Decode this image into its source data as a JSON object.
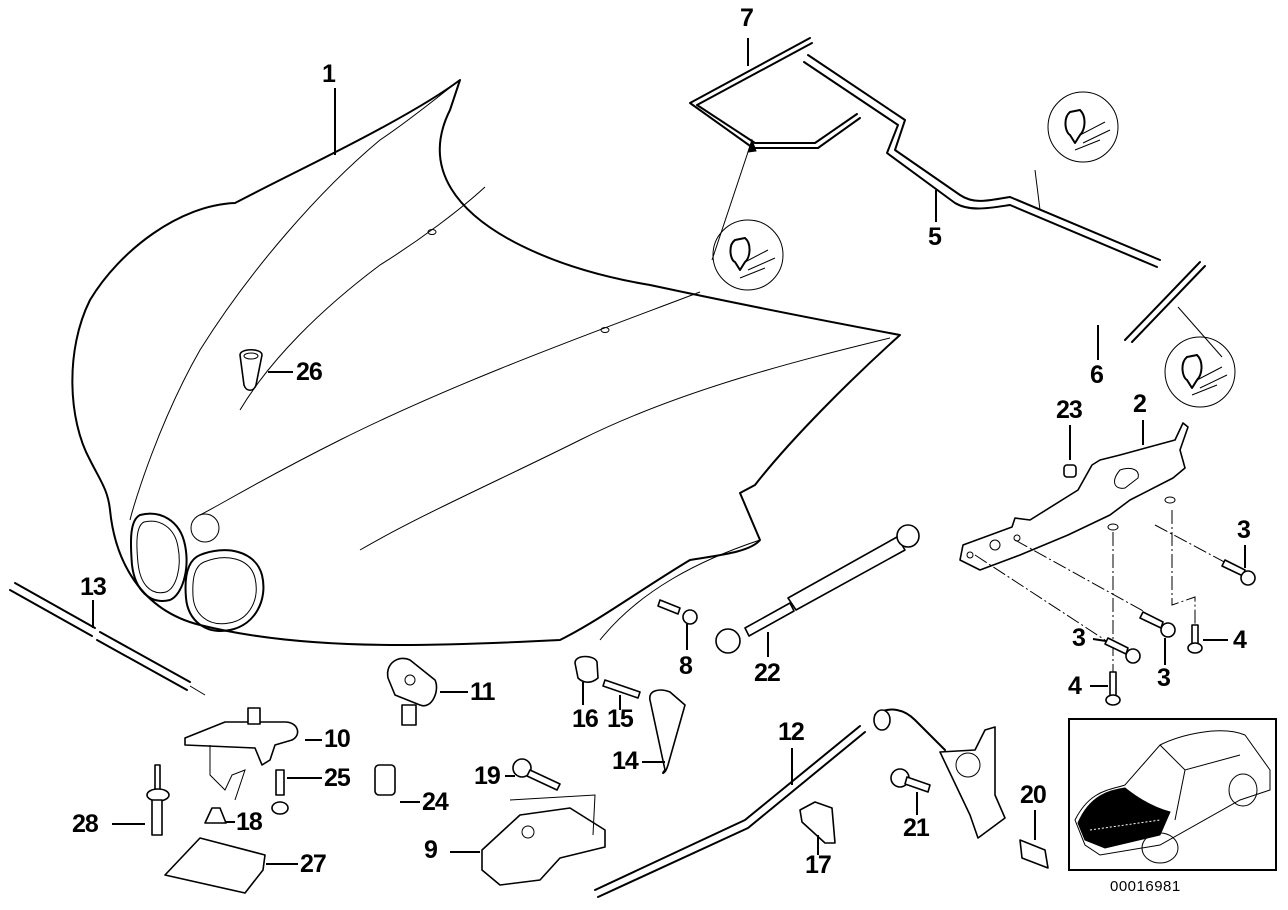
{
  "diagram": {
    "title": "Bonnet / hood parts exploded view",
    "document_number": "00016981",
    "callouts": [
      {
        "id": "1",
        "part": "hood"
      },
      {
        "id": "2",
        "part": "hood-hinge"
      },
      {
        "id": "3",
        "part": "hex-bolt"
      },
      {
        "id": "4",
        "part": "screw"
      },
      {
        "id": "5",
        "part": "hood-seal-rear"
      },
      {
        "id": "6",
        "part": "side-seal"
      },
      {
        "id": "7",
        "part": "front-seal"
      },
      {
        "id": "8",
        "part": "ball-stud"
      },
      {
        "id": "9",
        "part": "hood-lock"
      },
      {
        "id": "10",
        "part": "catch-bracket"
      },
      {
        "id": "11",
        "part": "hood-catch"
      },
      {
        "id": "12",
        "part": "bowden-cable"
      },
      {
        "id": "13",
        "part": "hood-rod"
      },
      {
        "id": "14",
        "part": "release-handle"
      },
      {
        "id": "15",
        "part": "bolt"
      },
      {
        "id": "16",
        "part": "bushing"
      },
      {
        "id": "17",
        "part": "cable-holder"
      },
      {
        "id": "18",
        "part": "rubber-buffer"
      },
      {
        "id": "19",
        "part": "screw"
      },
      {
        "id": "20",
        "part": "cap"
      },
      {
        "id": "21",
        "part": "bolt"
      },
      {
        "id": "22",
        "part": "gas-strut"
      },
      {
        "id": "23",
        "part": "nut"
      },
      {
        "id": "24",
        "part": "adjusting-buffer"
      },
      {
        "id": "25",
        "part": "screw"
      },
      {
        "id": "26",
        "part": "rubber-stop"
      },
      {
        "id": "27",
        "part": "guide-plate"
      },
      {
        "id": "28",
        "part": "expanding-rivet"
      }
    ],
    "labels": {
      "c1": "1",
      "c2": "2",
      "c3a": "3",
      "c3b": "3",
      "c3c": "3",
      "c4a": "4",
      "c4b": "4",
      "c5": "5",
      "c6": "6",
      "c7": "7",
      "c8": "8",
      "c9": "9",
      "c10": "10",
      "c11": "11",
      "c12": "12",
      "c13": "13",
      "c14": "14",
      "c15": "15",
      "c16": "16",
      "c17": "17",
      "c18": "18",
      "c19": "19",
      "c20": "20",
      "c21": "21",
      "c22": "22",
      "c23": "23",
      "c24": "24",
      "c25": "25",
      "c26": "26",
      "c27": "27",
      "c28": "28"
    },
    "inset": {
      "description": "car overview with hood highlighted",
      "highlight_color": "#000000"
    }
  }
}
